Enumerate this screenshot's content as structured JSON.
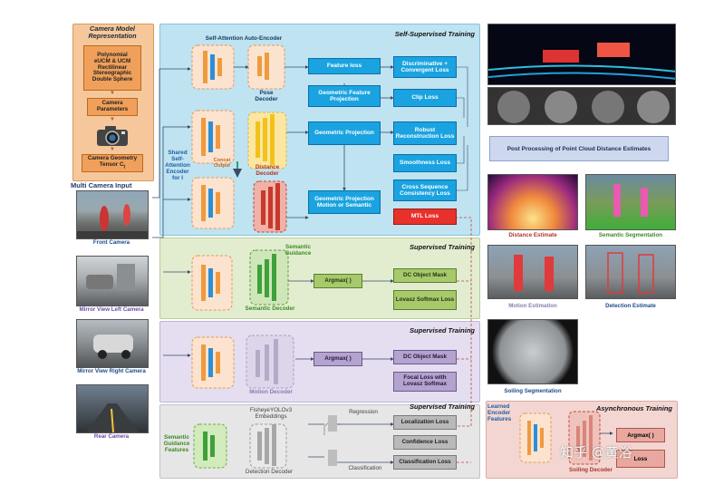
{
  "left_panel": {
    "title": "Camera Model Representation",
    "models": "Polynomial\neUCM & UCM\nRectilinear\nStereographic\nDouble Sphere",
    "params": "Camera Parameters",
    "tensor": "Camera Geometry Tensor C",
    "tensor_sub": "t"
  },
  "multi_camera": {
    "title": "Multi Camera Input",
    "front": "Front Camera",
    "mirror_left": "Mirror View Left Camera",
    "mirror_right": "Mirror View Right Camera",
    "rear": "Rear Camera"
  },
  "self_supervised": {
    "title": "Self-Supervised Training",
    "autoencoder": "Self-Attention Auto-Encoder",
    "pose_decoder": "Pose Decoder",
    "shared_encoder": "Shared Self-Attention Encoder for I",
    "concat_output": "Concat Output",
    "distance_decoder": "Distance Decoder",
    "feature_loss": "Feature loss",
    "geo_feature_proj": "Geometric Feature Projection",
    "geo_proj": "Geometric Projection",
    "geo_proj_motion": "Geometric Projection Motion or Semantic",
    "disc_loss": "Discriminative + Convergent Loss",
    "clip_loss": "Clip Loss",
    "robust_loss": "Robust Reconstruction Loss",
    "smooth_loss": "Smoothness Loss",
    "cross_seq_loss": "Cross Sequence Consistency Loss",
    "mtl_loss": "MTL Loss"
  },
  "supervised_semantic": {
    "title": "Supervised Training",
    "guidance": "Semantic Guidance",
    "decoder": "Semantic Decoder",
    "argmax": "Argmax( )",
    "dc_mask": "DC Object Mask",
    "lovasz": "Lovasz Softmax Loss"
  },
  "supervised_motion": {
    "title": "Supervised Training",
    "decoder": "Motion Decoder",
    "argmax": "Argmax( )",
    "dc_mask": "DC Object Mask",
    "focal": "Focal Loss with Lovasz Softmax"
  },
  "supervised_detection": {
    "title": "Supervised Training",
    "guidance": "Semantic Guidance Features",
    "embeddings": "FisheyeYOLOv3 Embeddings",
    "decoder": "Detection Decoder",
    "regression": "Regression",
    "classification": "Classification",
    "loc_loss": "Localization Loss",
    "conf_loss": "Confidence Loss",
    "cls_loss": "Classification Loss"
  },
  "right_column": {
    "post_processing": "Post Processing of Point Cloud Distance Estimates",
    "distance_estimate": "Distance Estimate",
    "semantic_segmentation": "Semantic Segmentation",
    "motion_estimation": "Motion Estimation",
    "detection_estimate": "Detection Estimate",
    "soiling_segmentation": "Soiling Segmentation"
  },
  "async_training": {
    "title": "Asynchronous Training",
    "learned": "Learned Encoder Features",
    "decoder": "Soiling Decoder",
    "argmax": "Argmax( )",
    "loss": "Loss"
  },
  "watermark": "知乎 @黄浴",
  "colors": {
    "self_sup_bg": "#bfe3f1",
    "semantic_bg": "#e2edd0",
    "motion_bg": "#e4def0",
    "detection_bg": "#e6e6e6",
    "camera_model_bg": "#f6c79a",
    "async_bg": "#f3d6d2",
    "loss_blue": "#1aa3e0",
    "mtl_red": "#e8312b"
  }
}
